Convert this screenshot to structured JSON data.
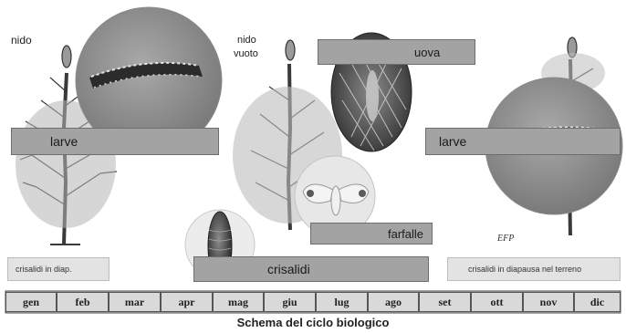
{
  "labels": {
    "nido": "nido",
    "nido_vuoto_line1": "nido",
    "nido_vuoto_line2": "vuoto",
    "uova": "uova",
    "larve_left": "larve",
    "larve_right": "larve",
    "farfalle": "farfalle",
    "crisalidi": "crisalidi",
    "crisalidi_diap_left": "crisalidi in diap.",
    "crisalidi_diap_right": "crisalidi in diapausa nel terreno",
    "signature": "EFP"
  },
  "months": [
    "gen",
    "feb",
    "mar",
    "apr",
    "mag",
    "giu",
    "lug",
    "ago",
    "set",
    "ott",
    "nov",
    "dic"
  ],
  "caption": "Schema del ciclo biologico"
}
